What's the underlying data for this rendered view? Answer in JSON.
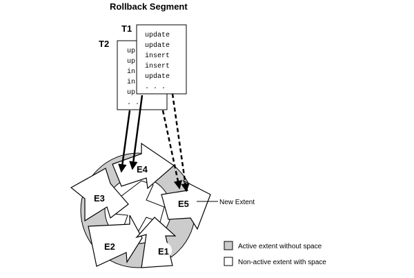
{
  "title": "Rollback Segment",
  "transactions": {
    "t1": {
      "label": "T1",
      "lines": [
        "update",
        "update",
        "insert",
        "insert",
        "update",
        ". . ."
      ]
    },
    "t2": {
      "label": "T2",
      "lines": [
        "up",
        "up",
        "in",
        "in",
        "up",
        ". ."
      ]
    }
  },
  "extents": {
    "e1": "E1",
    "e2": "E2",
    "e3": "E3",
    "e4": "E4",
    "e5": "E5"
  },
  "new_extent_label": "New Extent",
  "legend": {
    "active": {
      "label": "Active extent without space",
      "color": "#cccccc"
    },
    "inactive": {
      "label": "Non-active extent with space",
      "color": "#ffffff"
    }
  }
}
